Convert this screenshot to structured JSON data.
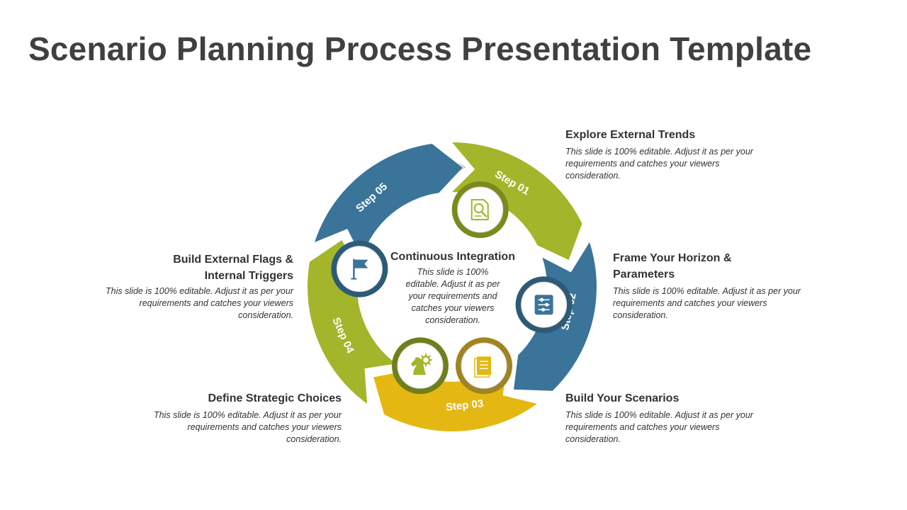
{
  "title": "Scenario Planning Process Presentation Template",
  "center": {
    "heading": "Continuous Integration",
    "text": "This slide is 100% editable. Adjust it as per your requirements and catches your viewers consideration."
  },
  "steps": [
    {
      "label": "Step 01",
      "heading": "Explore External Trends",
      "text": "This slide is 100% editable. Adjust it as per your requirements and catches your viewers consideration.",
      "color": "#a3b52a",
      "ring": "#7a8a1e",
      "icon": "document-search-icon"
    },
    {
      "label": "Step 02",
      "heading": "Frame Your Horizon & Parameters",
      "text": "This slide is 100% editable. Adjust it as per your requirements and catches your viewers consideration.",
      "color": "#3a7499",
      "ring": "#2d5b77",
      "icon": "sliders-icon"
    },
    {
      "label": "Step 03",
      "heading": "Build Your Scenarios",
      "text": "This slide is 100% editable. Adjust it as per your requirements and catches your viewers consideration.",
      "color": "#e5b713",
      "ring": "#a08422",
      "icon": "notes-icon"
    },
    {
      "label": "Step 04",
      "heading": "Define Strategic Choices",
      "text": "This slide is 100% editable. Adjust it as per your requirements and catches your viewers consideration.",
      "color": "#a3b52a",
      "ring": "#6f7f1c",
      "icon": "chess-knight-icon"
    },
    {
      "label": "Step 05",
      "heading": "Build External Flags & Internal Triggers",
      "text": "This slide is 100% editable. Adjust it as per your requirements and catches your viewers consideration.",
      "color": "#3a7499",
      "ring": "#2d5b77",
      "icon": "flag-icon"
    }
  ]
}
